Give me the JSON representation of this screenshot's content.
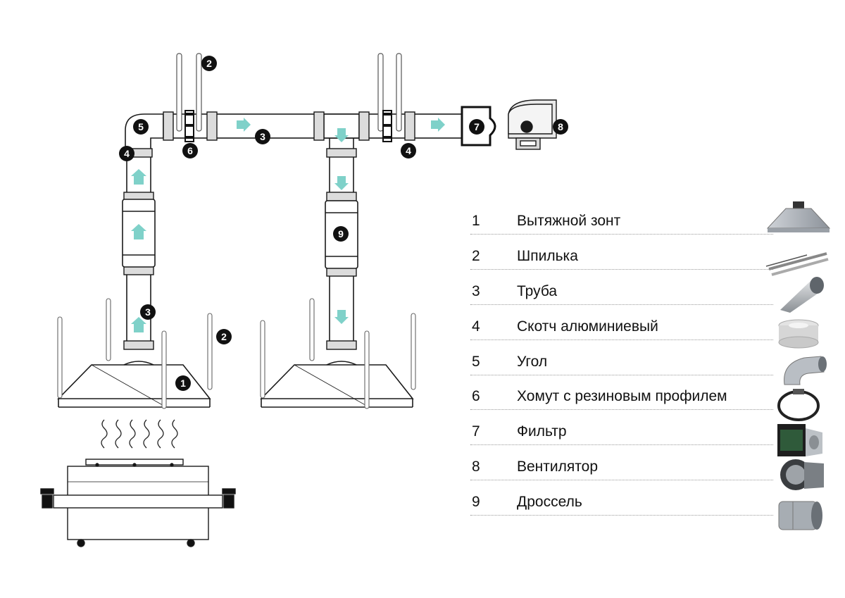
{
  "callouts": {
    "c1": "1",
    "c2a": "2",
    "c2b": "2",
    "c3a": "3",
    "c3b": "3",
    "c4a": "4",
    "c4b": "4",
    "c5": "5",
    "c6": "6",
    "c7": "7",
    "c8": "8",
    "c9": "9"
  },
  "legend": [
    {
      "num": "1",
      "label": "Вытяжной зонт",
      "icon": "hood-icon"
    },
    {
      "num": "2",
      "label": "Шпилька",
      "icon": "rod-icon"
    },
    {
      "num": "3",
      "label": "Труба",
      "icon": "pipe-icon"
    },
    {
      "num": "4",
      "label": "Скотч алюминиевый",
      "icon": "tape-icon"
    },
    {
      "num": "5",
      "label": "Угол",
      "icon": "elbow-icon"
    },
    {
      "num": "6",
      "label": "Хомут с резиновым профилем",
      "icon": "clamp-icon"
    },
    {
      "num": "7",
      "label": "Фильтр",
      "icon": "filter-icon"
    },
    {
      "num": "8",
      "label": "Вентилятор",
      "icon": "fan-icon"
    },
    {
      "num": "9",
      "label": "Дроссель",
      "icon": "damper-icon"
    }
  ],
  "colors": {
    "arrow": "#7fd1c9",
    "outline": "#1a1a1a",
    "badge": "#111111",
    "band": "#dcdcdc"
  }
}
